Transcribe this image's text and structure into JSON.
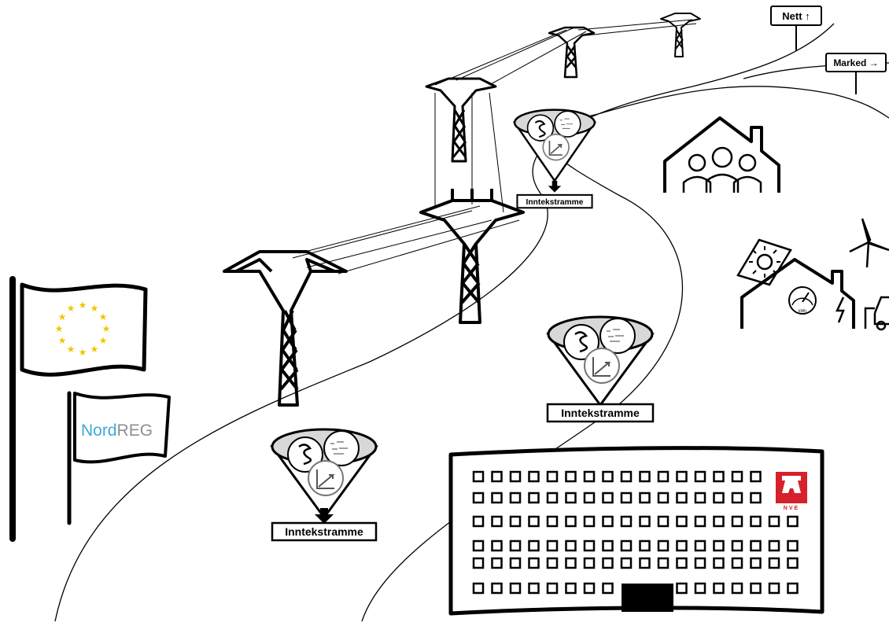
{
  "signs": {
    "nett": "Nett ↑",
    "marked": "Marked →"
  },
  "flags": {
    "nordreg_part1": "Nord",
    "nordreg_part2": "REG"
  },
  "funnels": [
    {
      "label": "Inntekstramme"
    },
    {
      "label": "Inntekstramme"
    },
    {
      "label": "Inntekstramme"
    }
  ],
  "building": {
    "logo_text": "NVE"
  },
  "colors": {
    "eu_flag_stars": "#f2c500",
    "nordreg_blue": "#3fa9d6",
    "nordreg_grey": "#8a8f94",
    "nve_red": "#d6202a",
    "funnel_fill": "#d8d8d8",
    "ink": "#000000"
  },
  "icons": [
    "eu-flag-icon",
    "nordreg-flag-icon",
    "pylon-icon",
    "funnel-icon",
    "house-family-icon",
    "prosumer-house-icon",
    "solar-panel-icon",
    "wind-turbine-icon",
    "electric-car-icon",
    "meter-icon",
    "nve-logo-icon"
  ]
}
